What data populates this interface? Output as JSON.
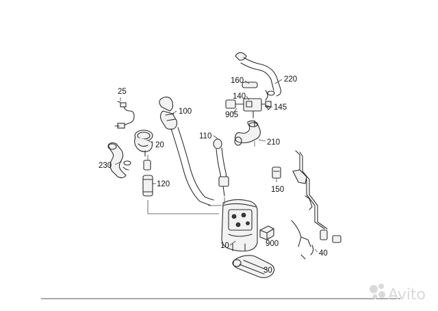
{
  "callouts": {
    "c25": "25",
    "c20": "20",
    "c230": "230",
    "c120": "120",
    "c100": "100",
    "c160": "160",
    "c140": "140",
    "c220": "220",
    "c145": "145",
    "c905": "905",
    "c110": "110",
    "c210": "210",
    "c150": "150",
    "c10": "10",
    "c900": "900",
    "c30": "30",
    "c40": "40"
  },
  "watermark": {
    "text": "Avito",
    "icon": "avito-logo-icon"
  },
  "colors": {
    "line": "#2a2a2a",
    "watermark": "#d9d9d9"
  }
}
